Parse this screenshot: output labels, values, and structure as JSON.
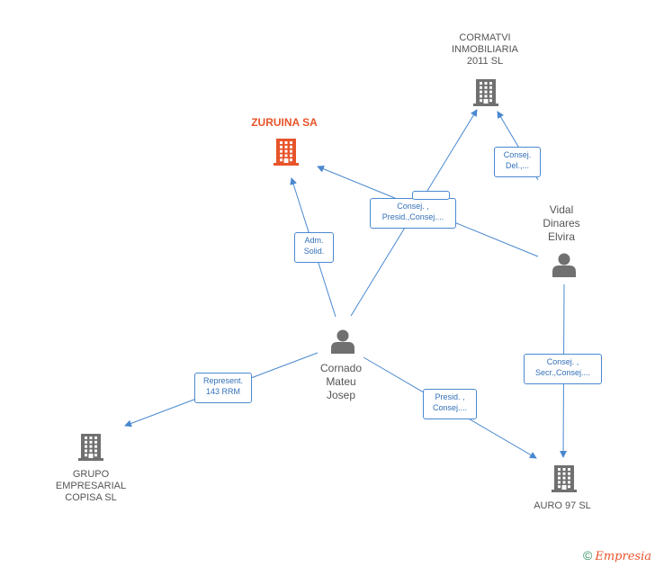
{
  "nodes": [
    {
      "id": "cormatvi",
      "kind": "company",
      "label": "CORMATVI\nINMOBILIARIA\n2011 SL",
      "color": "#707070"
    },
    {
      "id": "zuruina",
      "kind": "company",
      "label": "ZURUINA SA",
      "color": "#e8542a",
      "highlight": true
    },
    {
      "id": "vidal",
      "kind": "person",
      "label": "Vidal\nDinares\nElvira",
      "color": "#707070"
    },
    {
      "id": "cornado",
      "kind": "person",
      "label": "Cornado\nMateu\nJosep",
      "color": "#707070"
    },
    {
      "id": "grupo",
      "kind": "company",
      "label": "GRUPO\nEMPRESARIAL\nCOPISA SL",
      "color": "#707070"
    },
    {
      "id": "auro",
      "kind": "company",
      "label": "AURO 97 SL",
      "color": "#707070"
    }
  ],
  "edges": [
    {
      "id": "e1",
      "from": "cornado",
      "to": "zuruina",
      "label": "Adm.\nSolid."
    },
    {
      "id": "e2",
      "from": "cornado",
      "to": "cormatvi",
      "label": "Consej. ,\nPresid.,Consej...."
    },
    {
      "id": "e3",
      "from": "vidal",
      "to": "zuruina",
      "label": ""
    },
    {
      "id": "e4",
      "from": "vidal",
      "to": "cormatvi",
      "label": "Consej.\nDel.,..."
    },
    {
      "id": "e5",
      "from": "vidal",
      "to": "auro",
      "label": "Consej. ,\nSecr.,Consej...."
    },
    {
      "id": "e6",
      "from": "cornado",
      "to": "grupo",
      "label": "Represent.\n143 RRM"
    },
    {
      "id": "e7",
      "from": "cornado",
      "to": "auro",
      "label": "Presid. ,\nConsej...."
    }
  ],
  "colors": {
    "edge": "#4a88d0",
    "company": "#707070",
    "highlight": "#e8542a",
    "person": "#707070"
  },
  "footer": {
    "copyright": "©",
    "brand": "Empresia"
  }
}
